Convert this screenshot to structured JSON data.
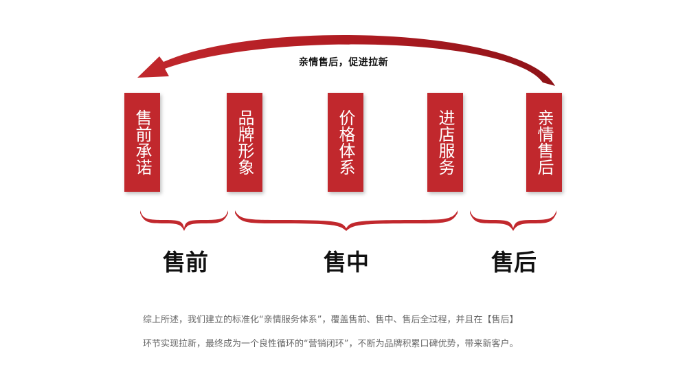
{
  "diagram": {
    "cycle_caption": "亲情售后，促进拉新",
    "stages": [
      {
        "id": "pre-promise",
        "label": "售前承诺"
      },
      {
        "id": "brand-image",
        "label": "品牌形象"
      },
      {
        "id": "price-system",
        "label": "价格体系"
      },
      {
        "id": "store-service",
        "label": "进店服务"
      },
      {
        "id": "after-sales",
        "label": "亲情售后"
      }
    ],
    "phases": [
      {
        "id": "pre-sale",
        "label": "售前"
      },
      {
        "id": "in-sale",
        "label": "售中"
      },
      {
        "id": "post-sale",
        "label": "售后"
      }
    ],
    "summary": {
      "line1": "综上所述，我们建立的标准化“亲情服务体系”，覆盖售前、售中、售后全过程，并且在【售后】",
      "line2": "环节实现拉新，最终成为一个良性循环的“营销闭环”，不断为品牌积累口碑优势，带来新客户。"
    },
    "colors": {
      "accent": "#c1282d",
      "accent_dark": "#7a0f14",
      "text": "#111111",
      "muted_text": "#666666"
    }
  }
}
